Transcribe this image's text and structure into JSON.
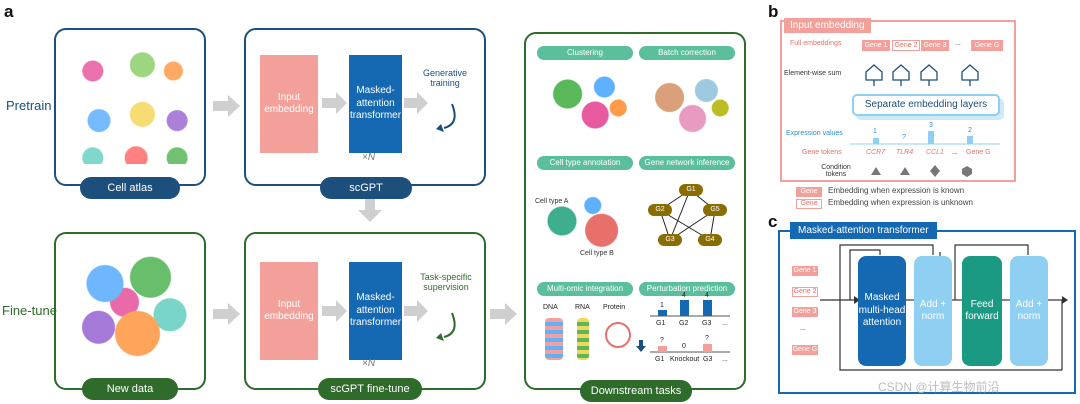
{
  "panel_letters": {
    "a": "a",
    "b": "b",
    "c": "c"
  },
  "rows": {
    "pretrain": "Pretrain",
    "finetune": "Fine-tune"
  },
  "top_row": {
    "atlas_label": "Cell atlas",
    "model_label": "scGPT",
    "input_block": "Input embedding",
    "transformer_block": "Masked-attention transformer",
    "repeat": "×N",
    "training_note": "Generative training"
  },
  "bottom_row": {
    "data_label": "New data",
    "model_label": "scGPT fine-tune",
    "input_block": "Input embedding",
    "transformer_block": "Masked-attention transformer",
    "repeat": "×N",
    "training_note": "Task-specific supervision"
  },
  "downstream": {
    "label": "Downstream tasks",
    "tasks": [
      "Clustering",
      "Batch correction",
      "Cell type annotation",
      "Gene network inference",
      "Multi-omic integration",
      "Perturbation prediction"
    ],
    "cell_types": [
      "Cell type A",
      "Cell type B"
    ],
    "genes": [
      "G1",
      "G2",
      "G3",
      "G4",
      "G5"
    ],
    "omics": [
      "DNA",
      "RNA",
      "Protein"
    ],
    "perturb_top_values": [
      "1",
      "4",
      "4"
    ],
    "perturb_top_labels": [
      "G1",
      "G2",
      "G3",
      "..."
    ],
    "perturb_bottom_values": [
      "?",
      "0",
      "?"
    ],
    "perturb_bottom_labels": [
      "G1",
      "Knockout",
      "G3",
      "..."
    ]
  },
  "panel_b": {
    "title": "Input embedding",
    "full_embeddings": "Full embeddings",
    "gene_chips": [
      "Gene 1",
      "Gene 2",
      "Gene 3",
      "...",
      "Gene G"
    ],
    "elementwise": "Element-wise sum",
    "separate_layers": "Separate embedding layers",
    "expression_values": "Expression values",
    "expr": [
      "1",
      "?",
      "3",
      "2"
    ],
    "gene_tokens": "Gene tokens",
    "tokens": [
      "CCR7",
      "TLR4",
      "CCL1",
      "...",
      "Gene G"
    ],
    "condition_tokens": "Condition tokens",
    "legend_known_chip": "Gene",
    "legend_known": "Embedding when expression is known",
    "legend_unknown_chip": "Gene",
    "legend_unknown": "Embedding when expression is unknown"
  },
  "panel_c": {
    "title": "Masked-attention transformer",
    "inputs": [
      "Gene 1",
      "Gene 2",
      "Gene 3",
      "...",
      "Gene G"
    ],
    "mha": "Masked multi-head attention",
    "addnorm1": "Add + norm",
    "ff": "Feed forward",
    "addnorm2": "Add + norm"
  },
  "watermark": "CSDN @计算生物前沿",
  "colors": {
    "blue_dark": "#1c4f7c",
    "green_dark": "#2f6b2a",
    "salmon": "#f4a09a",
    "transformer_blue": "#1569b3",
    "teal": "#1a9a82",
    "light_blue": "#8fd0f2",
    "task_green": "#3fae8f"
  }
}
